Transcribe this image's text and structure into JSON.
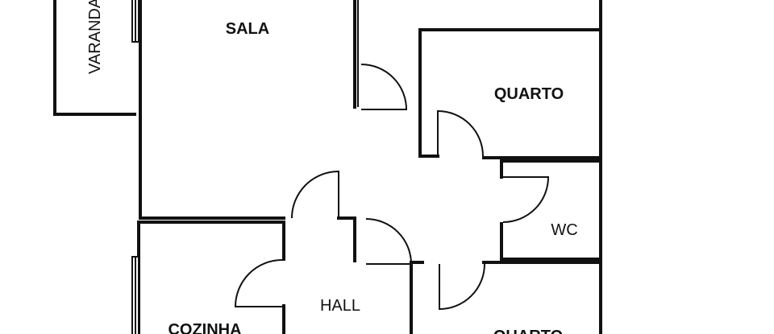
{
  "rooms": {
    "sala": "SALA",
    "varanda": "VARANDA",
    "quarto_top": "QUARTO",
    "wc": "WC",
    "hall": "HALL",
    "cozinha": "COZINHA",
    "quarto_bottom": "QUARTO"
  },
  "colors": {
    "line": "#111111",
    "background": "#ffffff"
  }
}
